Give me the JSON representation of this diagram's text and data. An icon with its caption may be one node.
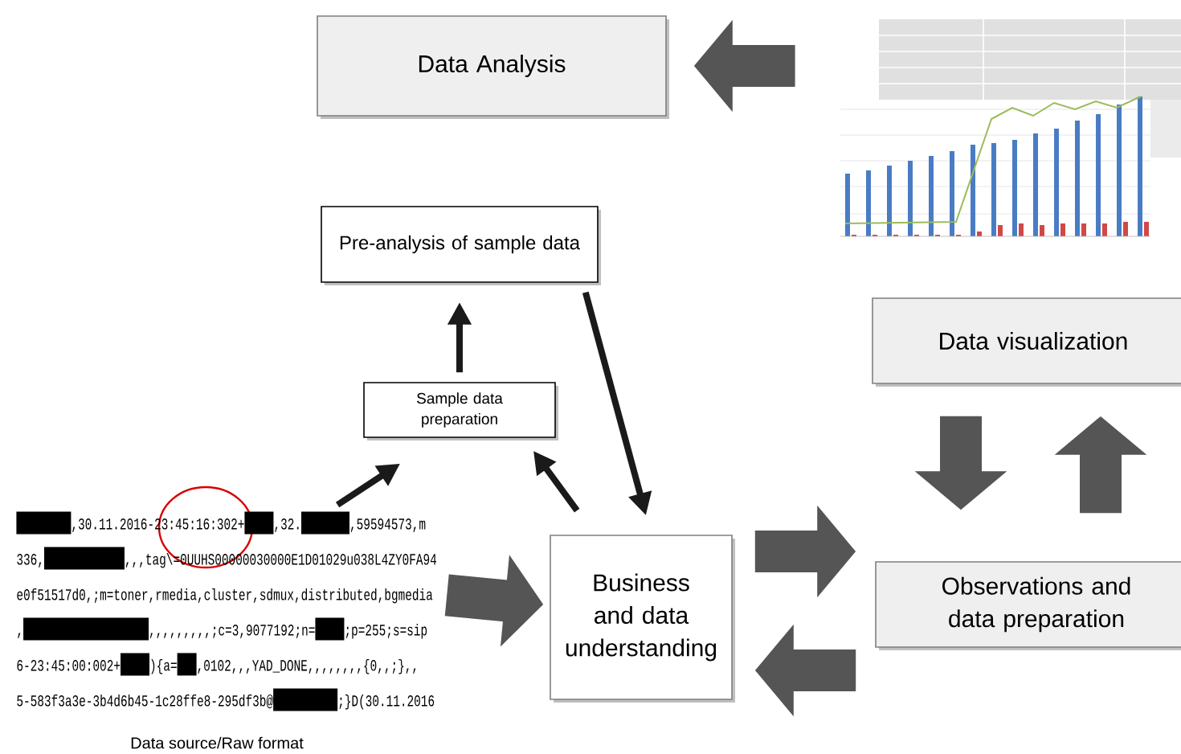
{
  "diagram": {
    "nodes": [
      {
        "text": [
          "Data Analysis"
        ]
      },
      {
        "text": [
          "Pre-analysis of sample data"
        ]
      },
      {
        "text": [
          "Sample data preparation"
        ]
      },
      {
        "text": [
          ",30.11.2016-23:45:16:302+",
          ",32.",
          ",59594573,m",
          "336,",
          ",,,tag\\=0UUHS00000030000E1D01029u038L4ZY0FA94",
          "e0f51517d0,;m=toner,rmedia,cluster,sdmux,distributed,bgmedia",
          ",",
          ",,,,,,,,,;c=3,9077192;n=",
          ";p=255;s=sip",
          "6-23:45:00:002+",
          "){a=",
          ",0102,,,YAD_DONE,,,,,,,,{0,,;},,",
          "5-583f3a3e-3b4d6b45-1c28ffe8-295df3b@",
          ";}D(30.11.2016"
        ],
        "beside": [
          "Data source/Raw format"
        ]
      },
      {
        "text": [
          "Business and data understanding"
        ]
      },
      {
        "text": [
          "Data visualization"
        ]
      },
      {
        "text": [
          "Observations and data preparation"
        ]
      },
      {
        "text": [],
        "shape": "picture"
      }
    ],
    "edges": [
      {
        "from": 7,
        "to": 0,
        "arrow": "to"
      },
      {
        "from": 3,
        "to": 2,
        "arrow": "to",
        "color": "#1a1a1a"
      },
      {
        "from": 2,
        "to": 1,
        "arrow": "to",
        "color": "#1a1a1a"
      },
      {
        "from": 1,
        "to": 4,
        "arrow": "to",
        "color": "#1a1a1a"
      },
      {
        "from": 4,
        "to": 2,
        "arrow": "to",
        "color": "#1a1a1a"
      },
      {
        "from": 3,
        "to": 4,
        "arrow": "to"
      },
      {
        "from": 4,
        "to": 6,
        "arrow": "to"
      },
      {
        "from": 6,
        "to": 4,
        "arrow": "to"
      },
      {
        "from": 5,
        "to": 6,
        "arrow": "to"
      },
      {
        "from": 6,
        "to": 5,
        "arrow": "to"
      }
    ]
  }
}
